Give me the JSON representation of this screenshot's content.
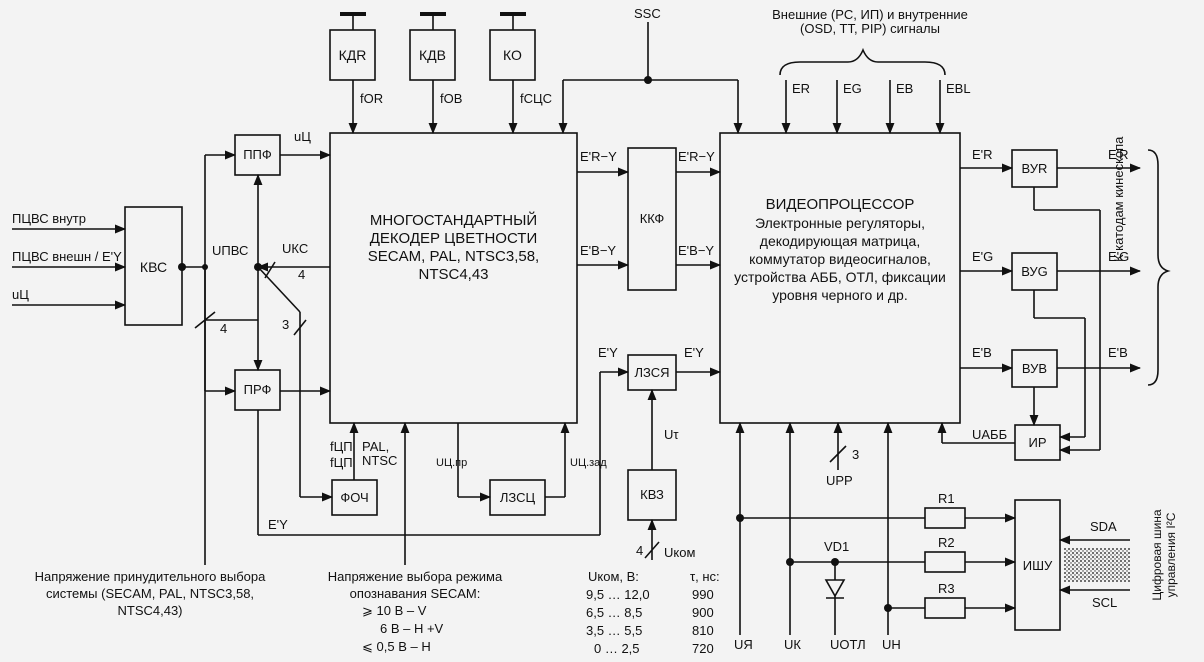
{
  "blocks": {
    "kvs": "КВС",
    "ppf": "ППФ",
    "prf": "ПРФ",
    "foch": "ФОЧ",
    "lzsc": "ЛЗСЦ",
    "kkf": "ККФ",
    "lzsya": "ЛЗСЯ",
    "kvz": "КВЗ",
    "kdr": "КДR",
    "kdb": "КДB",
    "ko": "КО",
    "vur": "ВУR",
    "vug": "ВУG",
    "vub": "ВУB",
    "ir": "ИР",
    "ishu": "ИШУ",
    "decoder": "МНОГОСТАНДАРТНЫЙ ДЕКОДЕР ЦВЕТНОСТИ SECAM, PAL, NTSC3,58, NTSC4,43",
    "vp_title": "ВИДЕОПРОЦЕССОР",
    "vp_desc": "Электронные регуляторы, декодирующая матрица, коммутатор видеосигналов, устройства АББ, ОТЛ, фиксации уровня черного и др.",
    "r1": "R1",
    "r2": "R2",
    "r3": "R3",
    "vd1": "VD1"
  },
  "signals": {
    "pcvs_in": "ПЦВС внутр",
    "pcvs_ext": "ПЦВС внешн / E'Y",
    "uc_in": "uЦ",
    "uc_ppf": "uЦ",
    "upvs": "UПВС",
    "uks": "UКС",
    "n4a": "4",
    "n4b": "4",
    "n3a": "3",
    "ey_bottom": "E'Y",
    "f_or": "fOR",
    "f_ob": "fOB",
    "f_csc": "fСЦС",
    "ssc": "SSC",
    "ery1": "E'R−Y",
    "eby1": "E'B−Y",
    "ery2": "E'R−Y",
    "eby2": "E'B−Y",
    "ey_in": "E'Y",
    "ey_out": "E'Y",
    "utau": "Uτ",
    "ukom": "Uком",
    "n4c": "4",
    "fcp1": "fЦП",
    "fcp2": "fЦП",
    "pal_ntsc": "PAL, NTSC",
    "uc_lzsc": "UЦ.пр",
    "uc_zad": "UЦ.зад",
    "ext_signals": "Внешние (PC, ИП) и внутренние (OSD, TT, PIP) сигналы",
    "er": "ER",
    "eg": "EG",
    "eb": "EB",
    "ebl": "EBL",
    "er_vp": "E'R",
    "eg_vp": "E'G",
    "eb_vp": "E'B",
    "er_out": "E'R",
    "eg_out": "E'G",
    "eb_out": "E'B",
    "kinescope": "К катодам кинескопа",
    "uabb": "UАББ",
    "upr": "UPP",
    "n3b": "3",
    "uya": "UЯ",
    "uk": "UК",
    "uotl": "UОТЛ",
    "uh": "UН",
    "sda": "SDA",
    "scl": "SCL",
    "i2c": "Цифровая шина управления I²C"
  },
  "notes": {
    "forced_system": "Напряжение принудительного выбора системы (SECAM, PAL, NTSC3,58, NTSC4,43)",
    "secam_mode_title": "Напряжение выбора режима опознавания SECAM:",
    "secam_modes": [
      "⩾ 10 В – V",
      "6 В – H +V",
      "⩽ 0,5 В – H"
    ],
    "ukom_header": "Uком, В:",
    "tau_header": "τ, нс:",
    "ukom_values": [
      "9,5 … 12,0",
      "6,5 … 8,5",
      "3,5 … 5,5",
      "0 … 2,5"
    ],
    "tau_values": [
      "990",
      "900",
      "810",
      "720"
    ]
  },
  "colors": {
    "line": "#111111",
    "paper": "#f3f3f3"
  }
}
